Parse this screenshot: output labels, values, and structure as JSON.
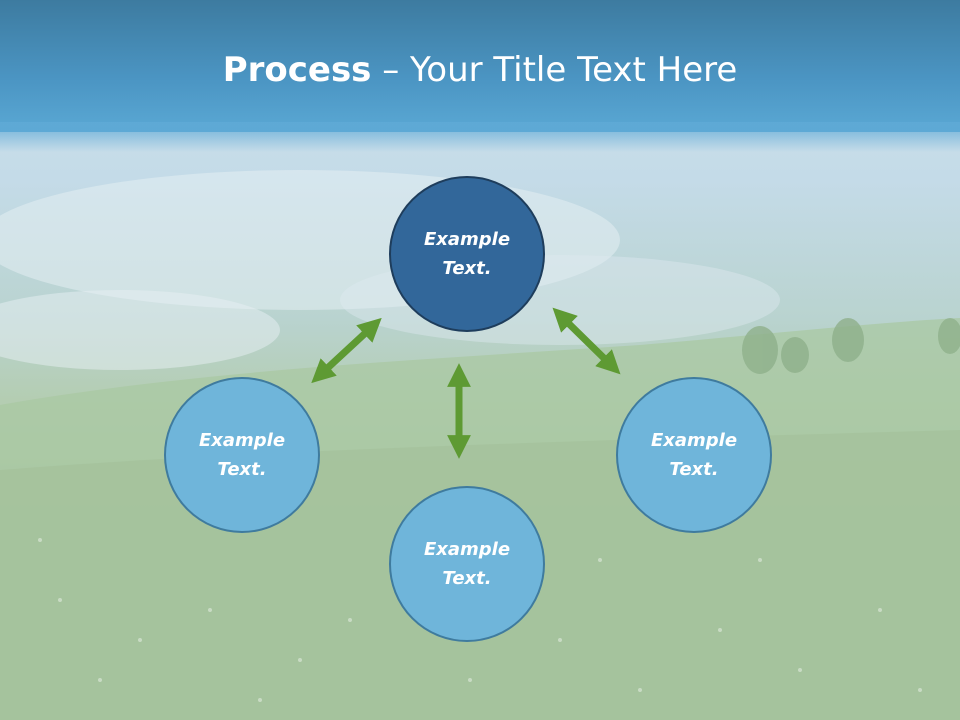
{
  "title": {
    "bold": "Process",
    "rest": " – Your Title Text Here"
  },
  "nodes": {
    "top": {
      "line1": "Example",
      "line2": "Text."
    },
    "left": {
      "line1": "Example",
      "line2": "Text."
    },
    "right": {
      "line1": "Example",
      "line2": "Text."
    },
    "bottom": {
      "line1": "Example",
      "line2": "Text."
    }
  },
  "colors": {
    "header": "#4b95c3",
    "node_dark": "#32679a",
    "node_light": "#6fb5da",
    "arrow": "#5e9a33"
  }
}
